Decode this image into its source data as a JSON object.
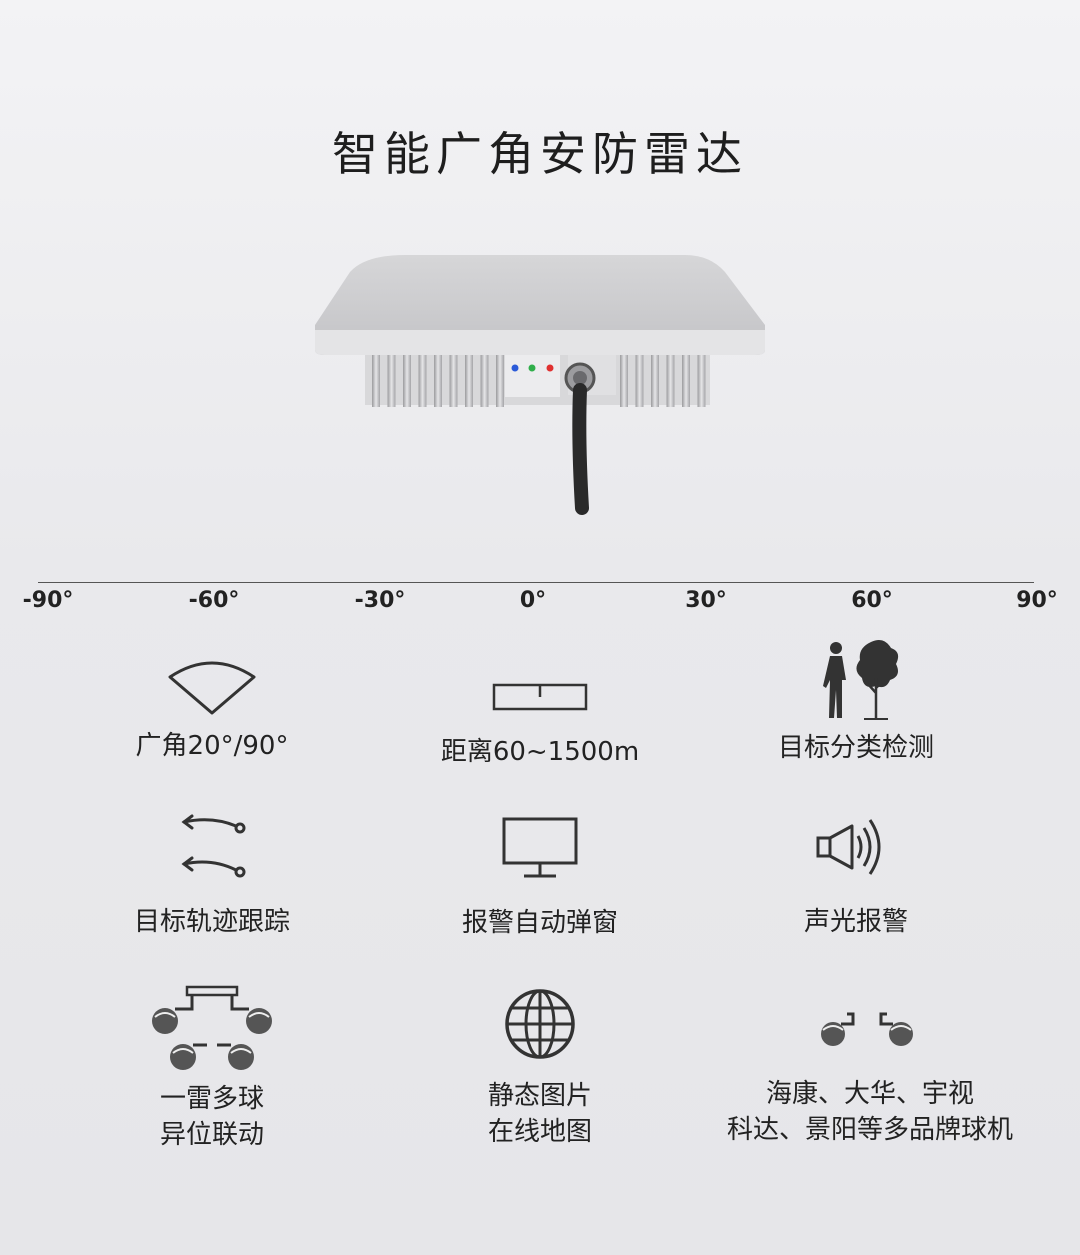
{
  "title": "智能广角安防雷达",
  "scale": {
    "ticks": [
      "-90°",
      "-60°",
      "-30°",
      "0°",
      "30°",
      "60°",
      "90°"
    ]
  },
  "features": [
    {
      "icon": "wide-angle-icon",
      "label": "广角20°/90°"
    },
    {
      "icon": "distance-icon",
      "label": "距离60~1500m"
    },
    {
      "icon": "person-tree-icon",
      "label": "目标分类检测"
    },
    {
      "icon": "track-icon",
      "label": "目标轨迹跟踪"
    },
    {
      "icon": "monitor-icon",
      "label": "报警自动弹窗"
    },
    {
      "icon": "speaker-icon",
      "label": "声光报警"
    },
    {
      "icon": "multi-camera-icon",
      "label_lines": [
        "一雷多球",
        "异位联动"
      ]
    },
    {
      "icon": "globe-icon",
      "label_lines": [
        "静态图片",
        "在线地图"
      ]
    },
    {
      "icon": "dome-camera-icon",
      "label_lines": [
        "海康、大华、宇视",
        "科达、景阳等多品牌球机"
      ]
    }
  ],
  "colors": {
    "led_blue": "#2a5ad8",
    "led_green": "#2fae4a",
    "led_red": "#e03030",
    "icon_stroke": "#333333"
  }
}
